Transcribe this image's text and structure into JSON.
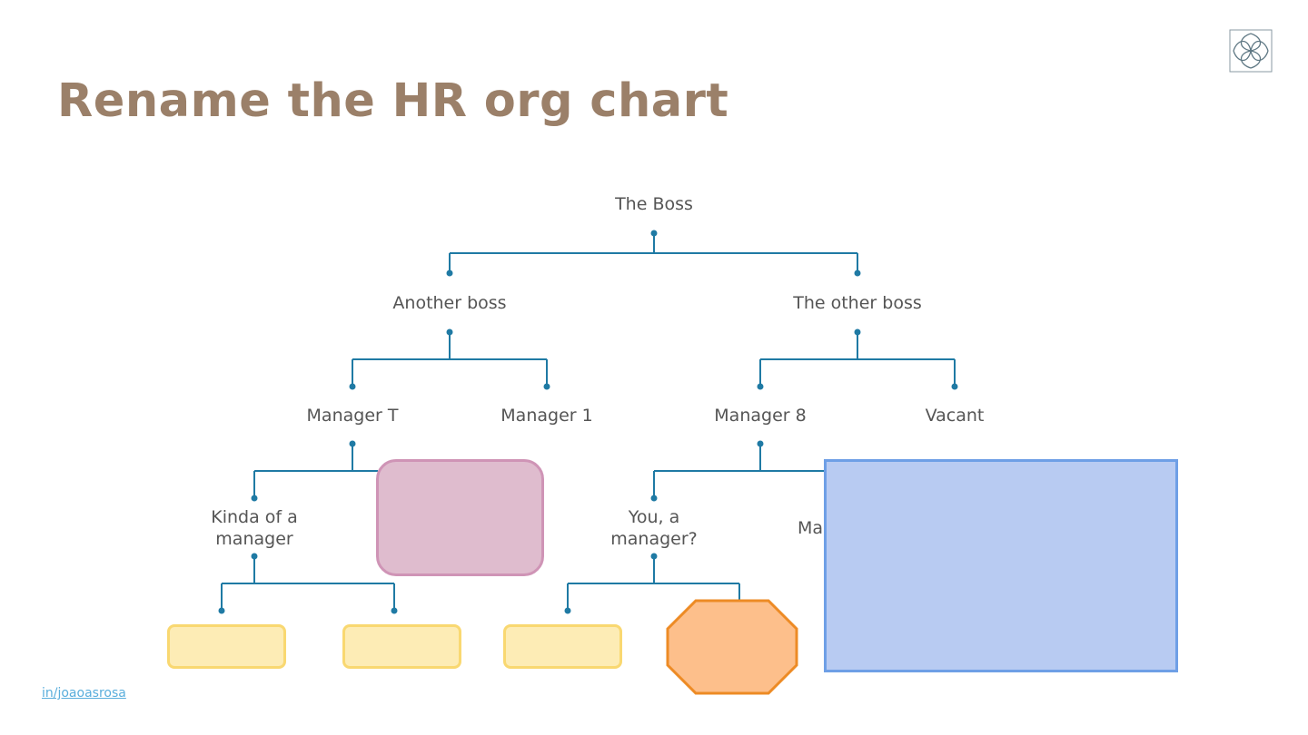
{
  "slide": {
    "title": "Rename the HR org chart",
    "footer_link": "in/joaoasrosa",
    "colors": {
      "title": "#9b8069",
      "connector": "#1f7aa4",
      "node_text": "#555555",
      "pink_shape": "#dfbcce",
      "yellow_shape": "#fdecb5",
      "orange_shape": "#fdbf8b",
      "blue_shape": "#b8cbf2"
    }
  },
  "org_chart": {
    "nodes": {
      "root": "The Boss",
      "l1_left": "Another boss",
      "l1_right": "The other boss",
      "l2_a": "Manager T",
      "l2_b": "Manager 1",
      "l2_c": "Manager 8",
      "l2_d": "Vacant",
      "l3_a": "Kinda of a\nmanager",
      "l3_c": "You, a\nmanager?",
      "l3_d": "Ma"
    }
  }
}
